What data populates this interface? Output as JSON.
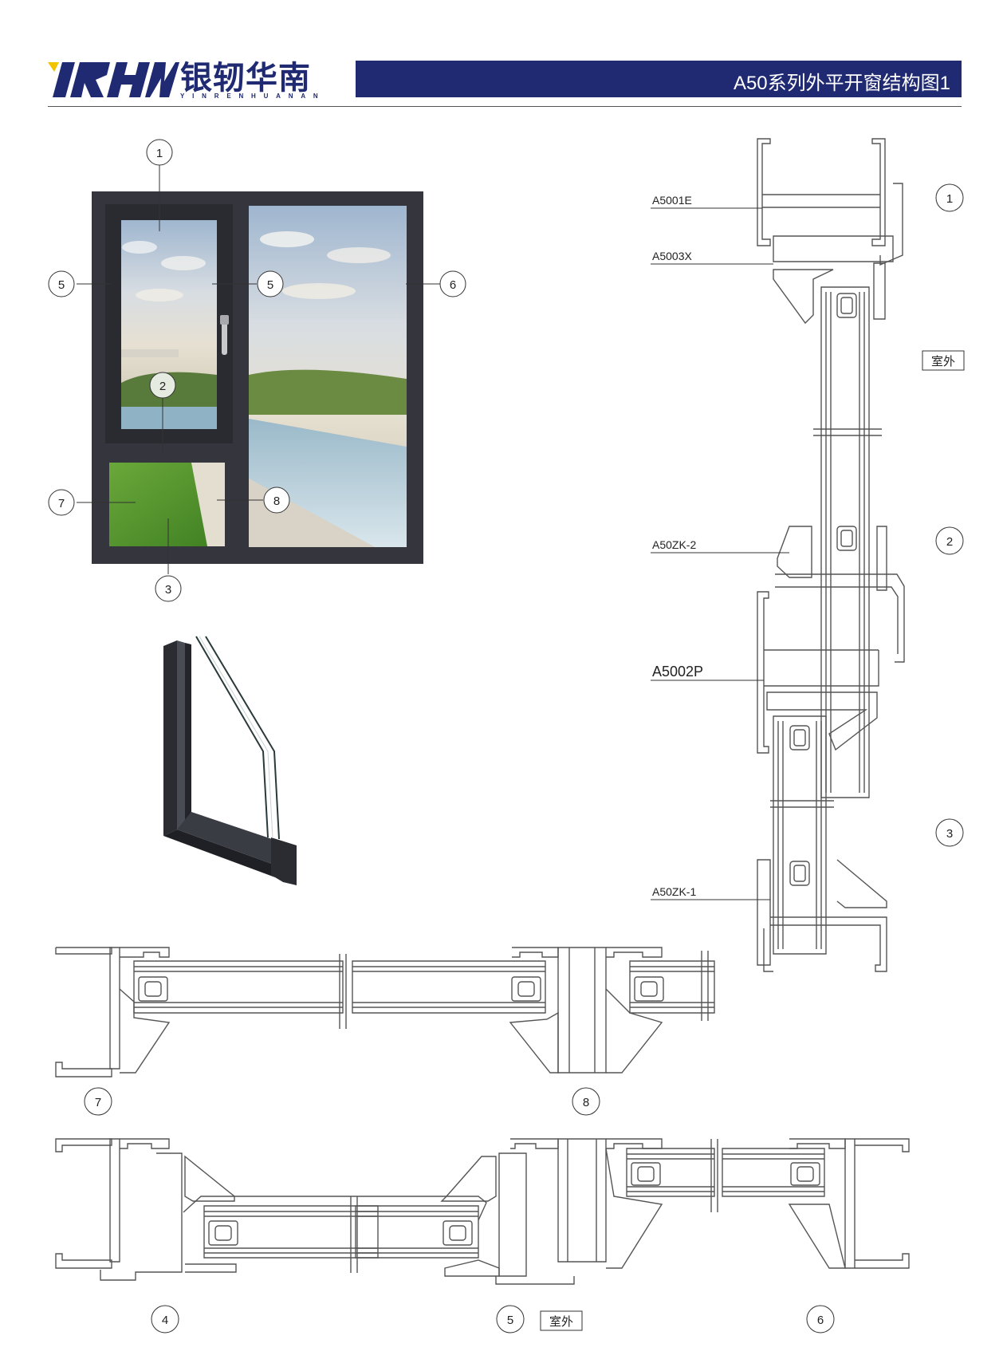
{
  "brand": {
    "logo_mark": "YRHN",
    "name_cn": "银轫华南",
    "name_en": "YINRENHUANAN",
    "color": "#1f2a72",
    "accent": "#f2c400"
  },
  "page": {
    "title": "A50系列外平开窗结构图1"
  },
  "callouts": [
    "1",
    "2",
    "3",
    "4",
    "5",
    "6",
    "7",
    "8"
  ],
  "window_callouts": {
    "c1": "1",
    "c2": "2",
    "c3": "3",
    "c5a": "5",
    "c5b": "5",
    "c6": "6",
    "c7": "7",
    "c8": "8"
  },
  "vertical_section": {
    "parts": [
      "A5001E",
      "A5003X",
      "A50ZK-2",
      "A5002P",
      "A50ZK-1"
    ],
    "callouts": [
      "1",
      "2",
      "3"
    ],
    "outdoor_label": "室外"
  },
  "horizontal_sections": {
    "row1_callouts": [
      "7",
      "8"
    ],
    "row2_callouts": [
      "4",
      "5",
      "6"
    ],
    "outdoor_label": "室外"
  }
}
